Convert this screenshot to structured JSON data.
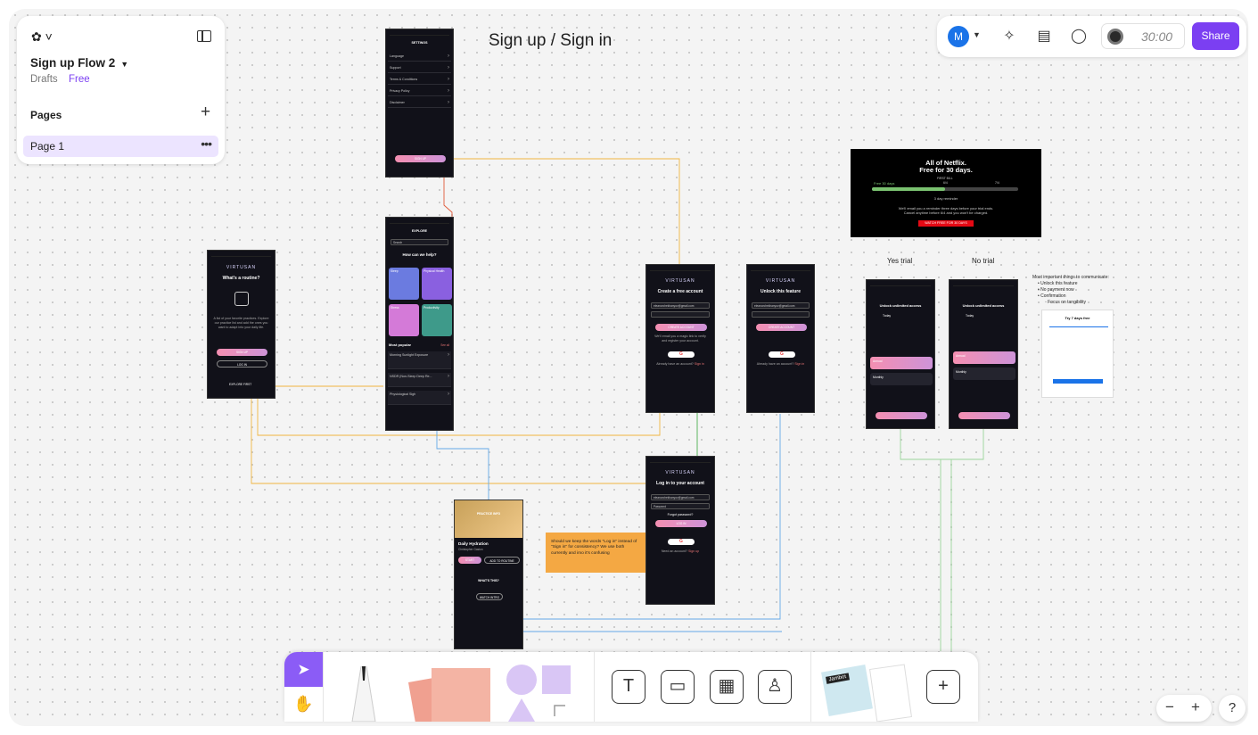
{
  "board": {
    "title": "Sign up / Sign in"
  },
  "file": {
    "name": "Sign up Flow 2",
    "location": "Drafts",
    "plan": "Free"
  },
  "pages": {
    "label": "Pages",
    "items": [
      {
        "label": "Page 1"
      }
    ]
  },
  "topbar": {
    "avatar_initial": "M",
    "timer": "30:00",
    "share_label": "Share"
  },
  "settings_screen": {
    "title": "SETTINGS",
    "items": [
      "Language",
      "Support",
      "Terms & Conditions",
      "Privacy Policy",
      "Disclaimer"
    ],
    "button": "SIGN UP"
  },
  "explore_screen": {
    "title": "EXPLORE",
    "search": "Search",
    "heading": "How can we help?",
    "tiles": [
      "Sleep",
      "Physical Health",
      "Stress",
      "Productivity"
    ],
    "section": "Most popular",
    "see_all": "See all",
    "items": [
      "Morning Sunlight Exposure",
      "NSDR (Non-Sleep Deep Re...",
      "Physiological Sigh"
    ]
  },
  "routine_screen": {
    "brand": "VIRTUSAN",
    "heading": "What's a routine?",
    "body": "A list of your favorite practices. Explore our practice list and add the ones you want to adapt into your daily life.",
    "signup": "SIGN UP",
    "login": "LOG IN",
    "explore": "EXPLORE FIRST"
  },
  "create_screen": {
    "brand": "VIRTUSAN",
    "heading": "Create a free account",
    "email": "eleanorchekhanyov@gmail.com",
    "button": "CREATE ACCOUNT",
    "body": "We'll email you a magic link to verify and register your account.",
    "have_account": "Already have an account?",
    "signin": "Sign in"
  },
  "unlock_screen": {
    "brand": "VIRTUSAN",
    "heading": "Unlock this feature",
    "email": "eleanorchekhanyov@gmail.com",
    "button": "CREATE ACCOUNT",
    "have_account": "Already have an account?",
    "signin": "Sign in"
  },
  "login_screen": {
    "brand": "VIRTUSAN",
    "heading": "Log in to your account",
    "email": "eleanorchekhanyov@gmail.com",
    "password": "Password",
    "forgot": "Forgot password?",
    "button": "LOG IN",
    "no_account": "Need an account?",
    "signup": "Sign up"
  },
  "practice_screen": {
    "title": "PRACTICE INFO",
    "heading": "Daily Hydration",
    "author": "Christopher Gaston",
    "start": "START",
    "add": "ADD TO ROUTINE",
    "what": "WHAT'S THIS?",
    "watch": "WATCH INTRO"
  },
  "netflix": {
    "line1": "All of Netflix.",
    "line2": "Free for 30 days.",
    "free_label": "Free 30 days",
    "first_bill": "FIRST BILL",
    "date1": "6/4",
    "date2": "7/4",
    "reminder": "3 day reminder",
    "note": "We'll email you a reminder three days before your trial ends. Cancel anytime before 6/4 and you won't be charged.",
    "cta": "WATCH FREE FOR 30 DAYS"
  },
  "trial": {
    "yes_label": "Yes trial",
    "no_label": "No trial",
    "heading": "Unlock unlimited access",
    "today": "Today",
    "annual": "Annual",
    "monthly": "Monthly"
  },
  "notes": {
    "title": "Most important things to communicate:",
    "items": [
      "Unlock this feature",
      "No payment now",
      "Confirmation"
    ],
    "sub": "Focus on tangibility",
    "card_title": "Try 7 days free"
  },
  "sticky": {
    "text": "Should we keep the words \"Log in\" instead of \"Sign in\" for consistency? We use both currently and imo it's confusing"
  },
  "bottom_tools": {
    "select": "select-tool",
    "hand": "hand-tool",
    "text": "T",
    "stamp": "stamp",
    "add": "+",
    "jambot": "Jambot"
  },
  "zoom": {
    "minus": "−",
    "plus": "+"
  },
  "help": "?",
  "colors": {
    "accent": "#7b3ff2",
    "canvas": "#f4f4f4",
    "phone": "#111119",
    "sticky": "#f4a843"
  }
}
